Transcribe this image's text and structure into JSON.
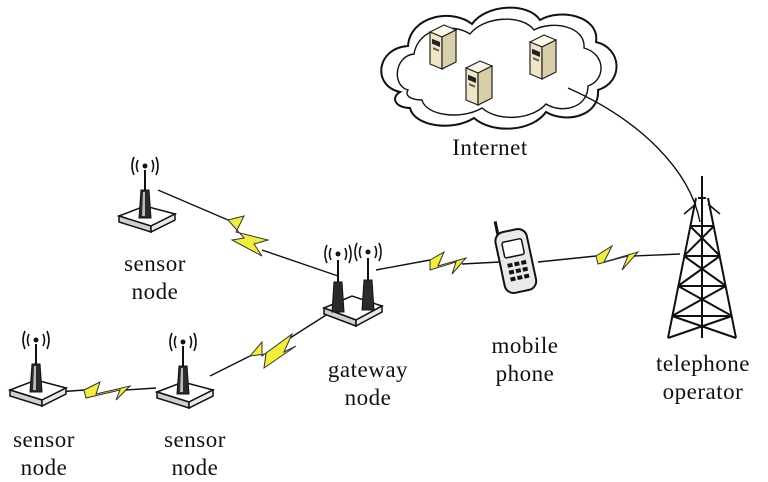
{
  "nodes": {
    "internet": {
      "label": "Internet"
    },
    "sensor_top": {
      "line1": "sensor",
      "line2": "node"
    },
    "sensor_bottom_left": {
      "line1": "sensor",
      "line2": "node"
    },
    "sensor_bottom_mid": {
      "line1": "sensor",
      "line2": "node"
    },
    "gateway": {
      "line1": "gateway",
      "line2": "node"
    },
    "mobile": {
      "line1": "mobile",
      "line2": "phone"
    },
    "telephone": {
      "line1": "telephone",
      "line2": "operator"
    }
  },
  "colors": {
    "link_fill": "#f2ef3a",
    "link_stroke": "#333333",
    "line": "#111111",
    "cloud_fill": "#ffffff",
    "server_fill": "#f3edd2"
  },
  "icons": {
    "cloud": "cloud-icon",
    "server": "server-icon",
    "sensor": "antenna-node-icon",
    "gateway": "gateway-icon",
    "phone": "mobile-phone-icon",
    "tower": "transmission-tower-icon"
  }
}
